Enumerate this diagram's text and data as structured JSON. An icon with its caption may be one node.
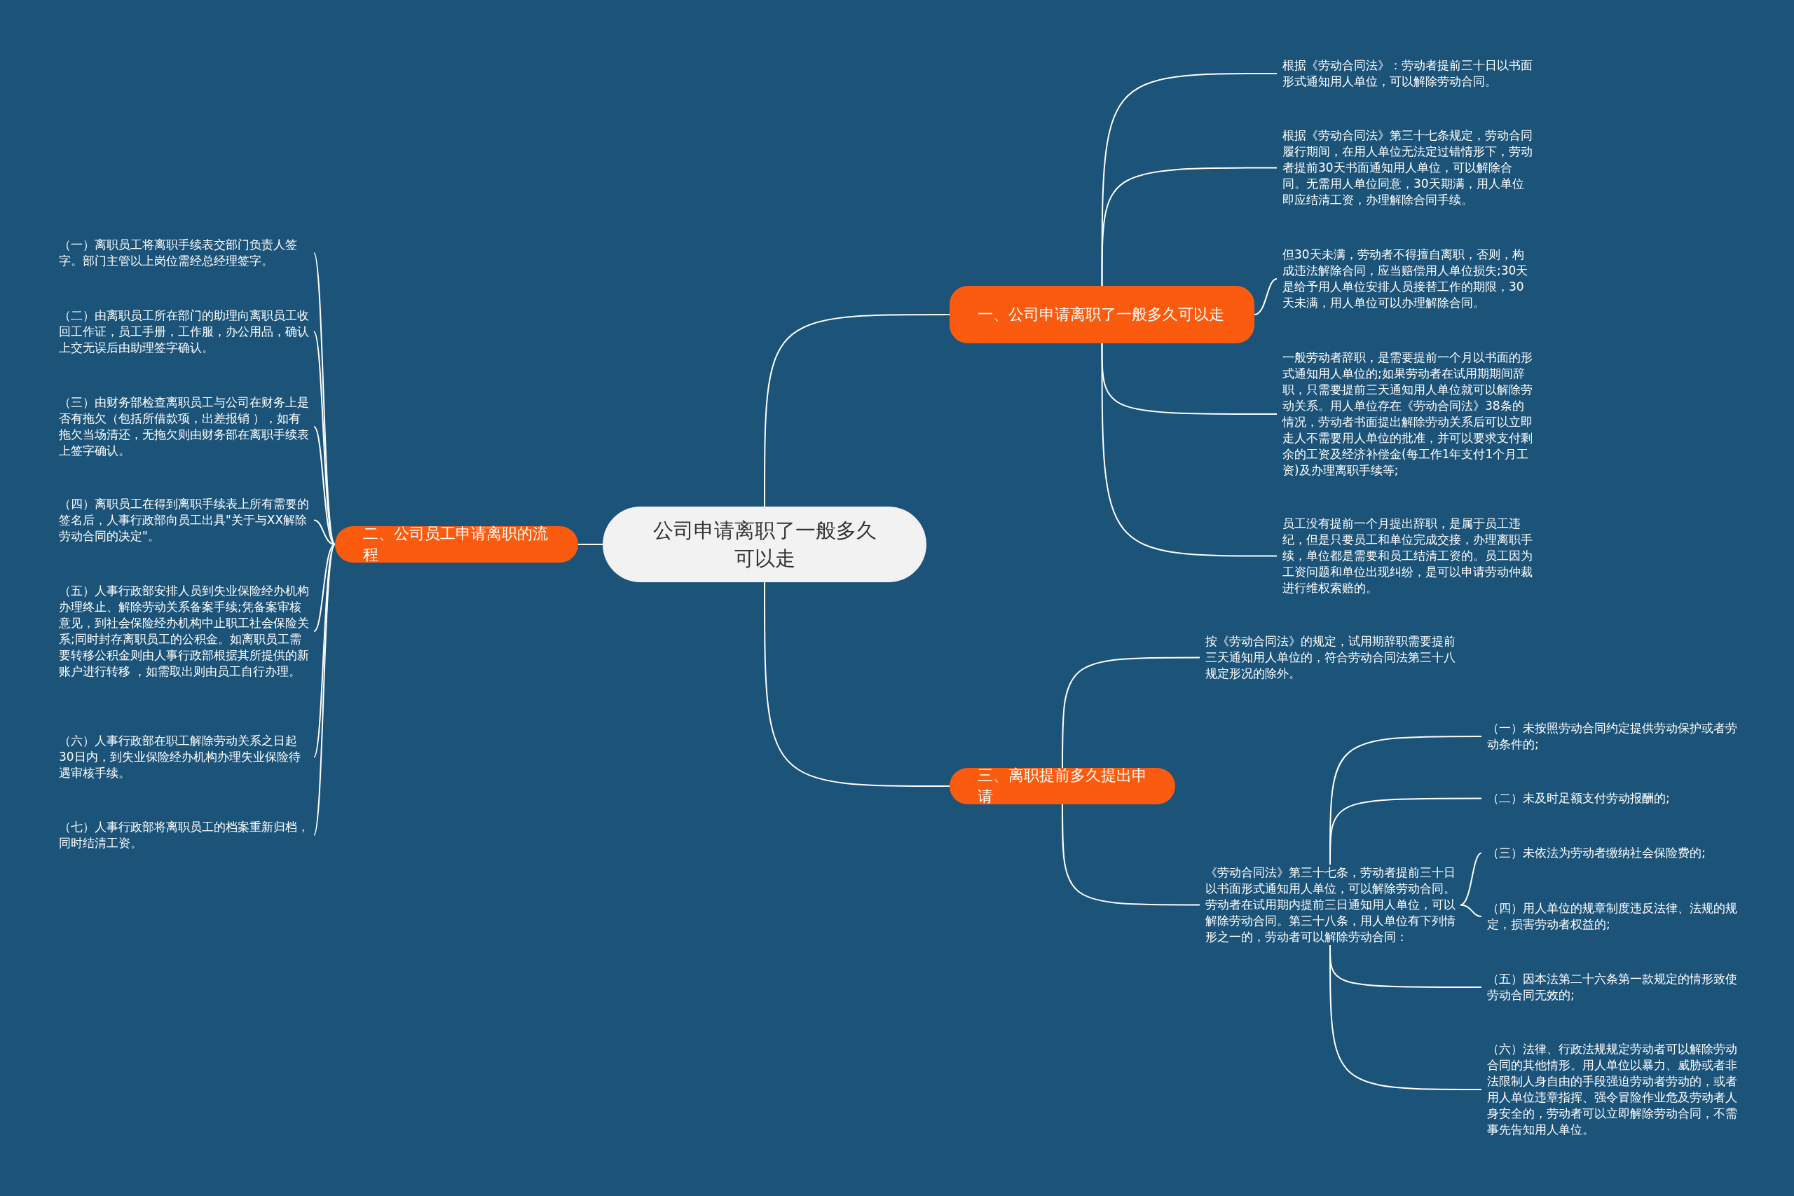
{
  "diagram": {
    "nodes": [
      {
        "text": [
          "公司申请离职了一般多久可以走"
        ]
      },
      {
        "text": [
          "一、公司申请离职了一般多久可以走"
        ]
      },
      {
        "text": [
          "根据《劳动合同法》：劳动者提前三十日以书面形式通知用人单位，可以解除劳动合同。"
        ]
      },
      {
        "text": [
          "根据《劳动合同法》第三十七条规定，劳动合同履行期间，在用人单位无法定过错情形下，劳动者提前30天书面通知用人单位，可以解除合同。无需用人单位同意，30天期满，用人单位即应结清工资，办理解除合同手续。"
        ]
      },
      {
        "text": [
          "但30天未满，劳动者不得擅自离职，否则，构成违法解除合同，应当赔偿用人单位损失;30天是给予用人单位安排人员接替工作的期限，30天未满，用人单位可以办理解除合同。"
        ]
      },
      {
        "text": [
          "一般劳动者辞职，是需要提前一个月以书面的形式通知用人单位的;如果劳动者在试用期期间辞职，只需要提前三天通知用人单位就可以解除劳动关系。用人单位存在《劳动合同法》38条的情况，劳动者书面提出解除劳动关系后可以立即走人不需要用人单位的批准，并可以要求支付剩余的工资及经济补偿金(每工作1年支付1个月工资)及办理离职手续等;"
        ]
      },
      {
        "text": [
          "员工没有提前一个月提出辞职，是属于员工违纪，但是只要员工和单位完成交接，办理离职手续，单位都是需要和员工结清工资的。员工因为工资问题和单位出现纠纷，是可以申请劳动仲裁进行维权索赔的。"
        ]
      },
      {
        "text": [
          "二、公司员工申请离职的流程"
        ]
      },
      {
        "text": [
          "（一）离职员工将离职手续表交部门负责人签字。部门主管以上岗位需经总经理签字。"
        ]
      },
      {
        "text": [
          "（二）由离职员工所在部门的助理向离职员工收回工作证，员工手册，工作服，办公用品，确认上交无误后由助理签字确认。"
        ]
      },
      {
        "text": [
          "（三）由财务部检查离职员工与公司在财务上是否有拖欠（包括所借款项，出差报销 ），如有拖欠当场清还，无拖欠则由财务部在离职手续表上签字确认。"
        ]
      },
      {
        "text": [
          "（四）离职员工在得到离职手续表上所有需要的签名后，人事行政部向员工出具\"关于与XX解除劳动合同的决定\"。"
        ]
      },
      {
        "text": [
          "（五）人事行政部安排人员到失业保险经办机构办理终止、解除劳动关系备案手续;凭备案审核意见，到社会保险经办机构中止职工社会保险关系;同时封存离职员工的公积金。如离职员工需要转移公积金则由人事行政部根据其所提供的新账户进行转移 ，如需取出则由员工自行办理。"
        ]
      },
      {
        "text": [
          "（六）人事行政部在职工解除劳动关系之日起30日内，到失业保险经办机构办理失业保险待遇审核手续。"
        ]
      },
      {
        "text": [
          "（七）人事行政部将离职员工的档案重新归档，同时结清工资。"
        ]
      },
      {
        "text": [
          "三、离职提前多久提出申请"
        ]
      },
      {
        "text": [
          "按《劳动合同法》的规定，试用期辞职需要提前三天通知用人单位的，符合劳动合同法第三十八规定形况的除外。"
        ]
      },
      {
        "text": [
          "《劳动合同法》第三十七条，劳动者提前三十日以书面形式通知用人单位，可以解除劳动合同。劳动者在试用期内提前三日通知用人单位，可以解除劳动合同。第三十八条，用人单位有下列情形之一的，劳动者可以解除劳动合同："
        ]
      },
      {
        "text": [
          "（一）未按照劳动合同约定提供劳动保护或者劳动条件的;"
        ]
      },
      {
        "text": [
          "（二）未及时足额支付劳动报酬的;"
        ]
      },
      {
        "text": [
          "（三）未依法为劳动者缴纳社会保险费的;"
        ]
      },
      {
        "text": [
          "（四）用人单位的规章制度违反法律、法规的规定，损害劳动者权益的;"
        ]
      },
      {
        "text": [
          "（五）因本法第二十六条第一款规定的情形致使劳动合同无效的;"
        ]
      },
      {
        "text": [
          "（六）法律、行政法规规定劳动者可以解除劳动合同的其他情形。用人单位以暴力、威胁或者非法限制人身自由的手段强迫劳动者劳动的，或者用人单位违章指挥、强令冒险作业危及劳动者人身安全的，劳动者可以立即解除劳动合同，不需事先告知用人单位。"
        ]
      }
    ],
    "edges": [
      {
        "from": 0,
        "to": 1,
        "arrow": "none"
      },
      {
        "from": 1,
        "to": 2,
        "arrow": "none"
      },
      {
        "from": 1,
        "to": 3,
        "arrow": "none"
      },
      {
        "from": 1,
        "to": 4,
        "arrow": "none"
      },
      {
        "from": 1,
        "to": 5,
        "arrow": "none"
      },
      {
        "from": 1,
        "to": 6,
        "arrow": "none"
      },
      {
        "from": 0,
        "to": 7,
        "arrow": "none"
      },
      {
        "from": 7,
        "to": 8,
        "arrow": "none"
      },
      {
        "from": 7,
        "to": 9,
        "arrow": "none"
      },
      {
        "from": 7,
        "to": 10,
        "arrow": "none"
      },
      {
        "from": 7,
        "to": 11,
        "arrow": "none"
      },
      {
        "from": 7,
        "to": 12,
        "arrow": "none"
      },
      {
        "from": 7,
        "to": 13,
        "arrow": "none"
      },
      {
        "from": 7,
        "to": 14,
        "arrow": "none"
      },
      {
        "from": 0,
        "to": 15,
        "arrow": "none"
      },
      {
        "from": 15,
        "to": 16,
        "arrow": "none"
      },
      {
        "from": 15,
        "to": 17,
        "arrow": "none"
      },
      {
        "from": 17,
        "to": 18,
        "arrow": "none"
      },
      {
        "from": 17,
        "to": 19,
        "arrow": "none"
      },
      {
        "from": 17,
        "to": 20,
        "arrow": "none"
      },
      {
        "from": 17,
        "to": 21,
        "arrow": "none"
      },
      {
        "from": 17,
        "to": 22,
        "arrow": "none"
      },
      {
        "from": 17,
        "to": 23,
        "arrow": "none"
      }
    ]
  }
}
